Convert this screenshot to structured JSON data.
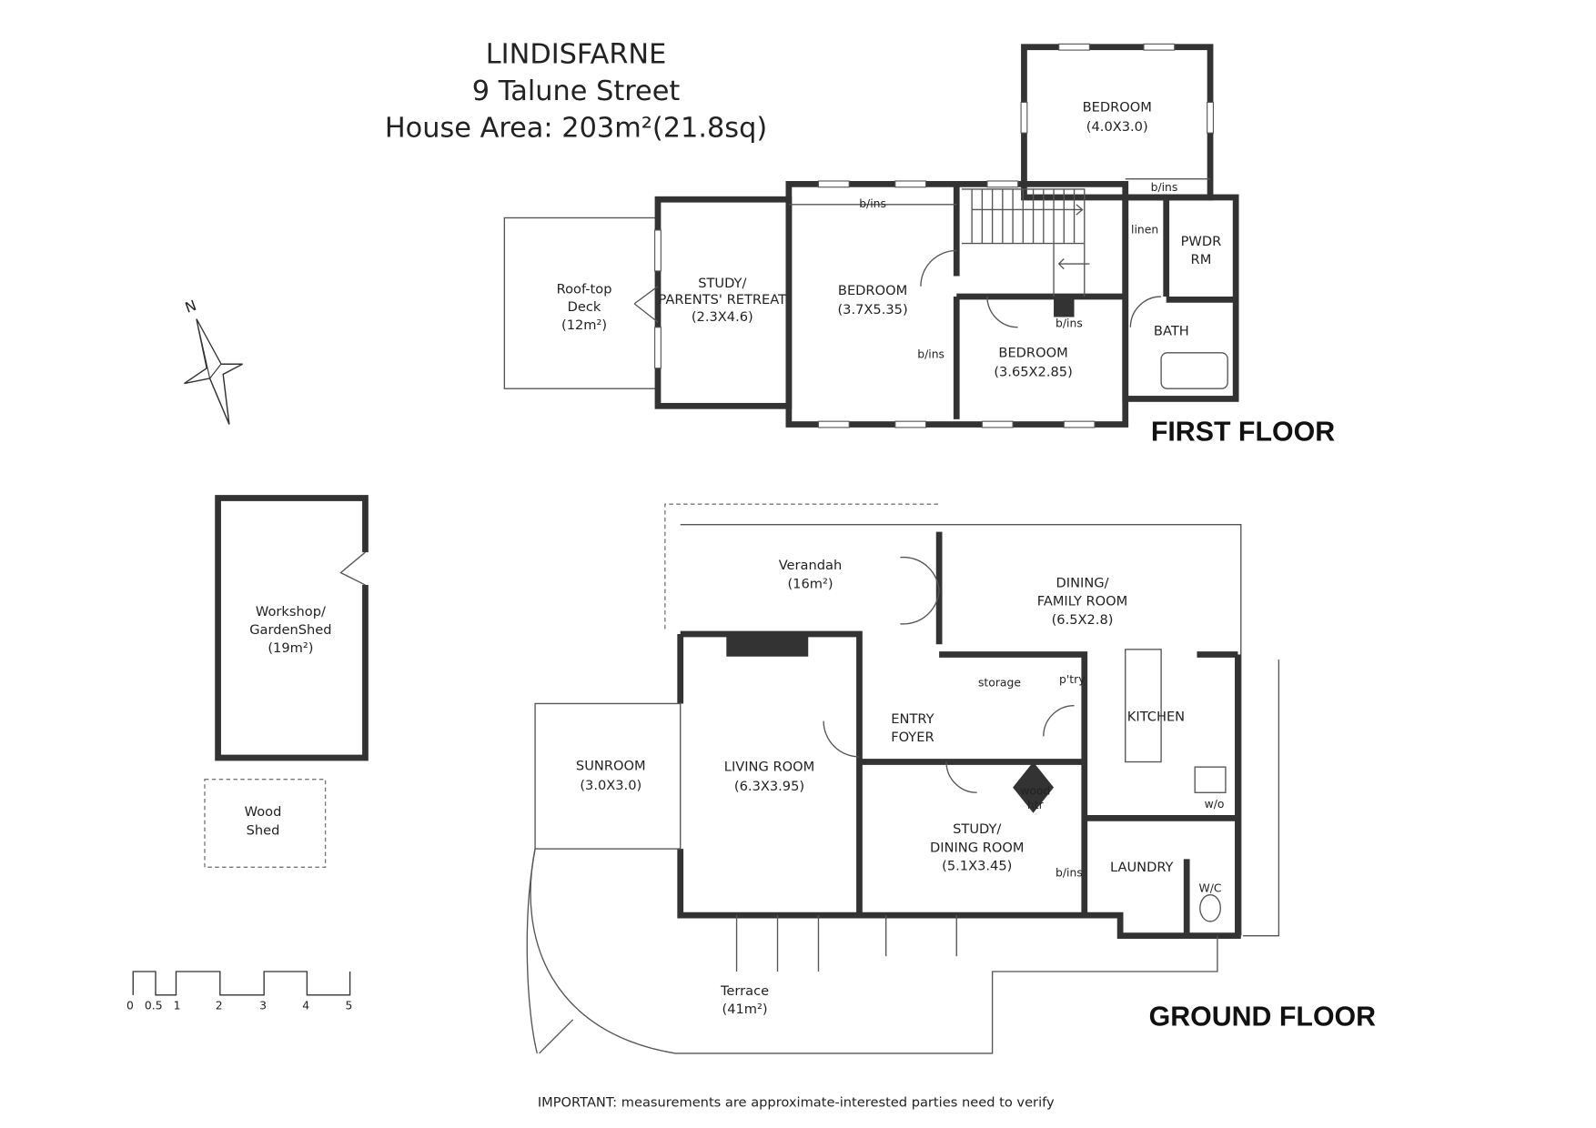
{
  "header": {
    "property_name": "LINDISFARNE",
    "address": "9 Talune Street",
    "house_area": "House Area: 203m²(21.8sq)"
  },
  "compass": {
    "north_label": "N"
  },
  "first_floor": {
    "title": "FIRST FLOOR",
    "rooms": [
      {
        "name": "BEDROOM",
        "size": "(4.0X3.0)"
      },
      {
        "name": "STUDY/",
        "name2": "PARENTS' RETREAT",
        "size": "(2.3X4.6)"
      },
      {
        "name": "BEDROOM",
        "size": "(3.7X5.35)"
      },
      {
        "name": "BEDROOM",
        "size": "(3.65X2.85)"
      },
      {
        "name": "Roof-top",
        "name2": "Deck",
        "size": "(12m²)"
      },
      {
        "name": "PWDR",
        "name2": "RM"
      },
      {
        "name": "BATH"
      },
      {
        "name": "linen"
      }
    ],
    "bins": [
      "b/ins",
      "b/ins",
      "b/ins",
      "b/ins"
    ]
  },
  "ground_floor": {
    "title": "GROUND FLOOR",
    "rooms": [
      {
        "name": "Verandah",
        "size": "(16m²)"
      },
      {
        "name": "DINING/",
        "name2": "FAMILY ROOM",
        "size": "(6.5X2.8)"
      },
      {
        "name": "storage"
      },
      {
        "name": "p'try"
      },
      {
        "name": "KITCHEN"
      },
      {
        "name": "ENTRY",
        "name2": "FOYER"
      },
      {
        "name": "SUNROOM",
        "size": "(3.0X3.0)"
      },
      {
        "name": "LIVING ROOM",
        "size": "(6.3X3.95)"
      },
      {
        "name": "wood",
        "name2": "htr"
      },
      {
        "name": "w/o"
      },
      {
        "name": "STUDY/",
        "name2": "DINING ROOM",
        "size": "(5.1X3.45)"
      },
      {
        "name": "b/ins"
      },
      {
        "name": "LAUNDRY"
      },
      {
        "name": "W/C"
      },
      {
        "name": "Terrace",
        "size": "(41m²)"
      }
    ]
  },
  "outbuildings": [
    {
      "name": "Workshop/",
      "name2": "GardenShed",
      "size": "(19m²)"
    },
    {
      "name": "Wood",
      "name2": "Shed"
    }
  ],
  "scale_bar": {
    "ticks": [
      "0",
      "0.5",
      "1",
      "2",
      "3",
      "4",
      "5"
    ]
  },
  "disclaimer": "IMPORTANT: measurements are approximate-interested parties need to verify"
}
